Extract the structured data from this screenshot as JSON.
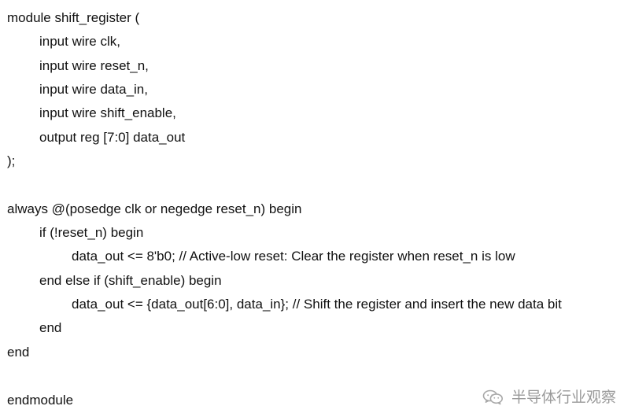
{
  "code_lines": [
    "module shift_register (",
    "input wire clk,",
    "input wire reset_n,",
    "input wire data_in,",
    "input wire shift_enable,",
    "output reg [7:0] data_out",
    ");",
    "",
    "always @(posedge clk or negedge reset_n) begin",
    "if (!reset_n) begin",
    "data_out <= 8'b0; // Active-low reset: Clear the register when reset_n is low",
    "end else if (shift_enable) begin",
    "data_out <= {data_out[6:0], data_in}; // Shift the register and insert the new data bit",
    "end",
    "end",
    "",
    "endmodule"
  ],
  "watermark": {
    "icon": "wechat-icon",
    "text": "半导体行业观察",
    "color": "#9a9a9a"
  }
}
